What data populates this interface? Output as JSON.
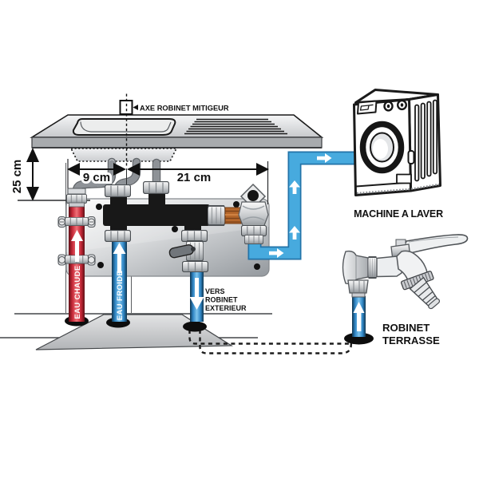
{
  "diagram": {
    "axis_label": "AXE ROBINET MITIGEUR",
    "dimensions": {
      "height": "25 cm",
      "tap_to_hot": "9 cm",
      "tap_to_machine_valve": "21 cm"
    },
    "pipes": {
      "hot_label": "EAU CHAUDE",
      "cold_label": "EAU FROIDE",
      "outdoor_label_lines": [
        "VERS",
        "ROBINET",
        "EXTERIEUR"
      ]
    },
    "appliances": {
      "washing_machine_label": "MACHINE A LAVER",
      "terrace_tap_label_lines": [
        "ROBINET",
        "TERRASSE"
      ]
    },
    "colors": {
      "hot_pipe": "#c8293a",
      "cold_pipe": "#2f85c4",
      "supply_run": "#47aade",
      "supply_run_border": "#2273a8",
      "manifold_black": "#181818",
      "copper_fitting": "#b5672b",
      "background": "#ffffff"
    },
    "icons": {
      "flow_up": "arrow-up",
      "flow_down": "arrow-down",
      "flow_right": "arrow-right",
      "axis_pointer": "arrowhead-left"
    }
  }
}
